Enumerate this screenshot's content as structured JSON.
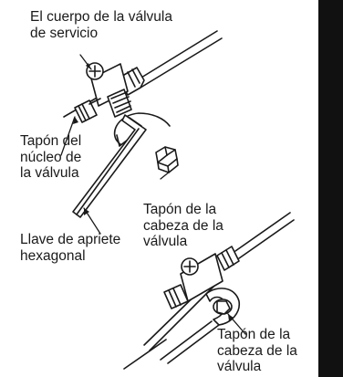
{
  "labels": {
    "service_valve_body": "El cuerpo de la válvula\nde servicio",
    "valve_core_cap": "Tapón del\nnúcleo de\nla válvula",
    "hex_wrench": "Llave de apriete\nhexagonal",
    "valve_head_cap_top": "Tapón de la\ncabeza de la\nválvula",
    "valve_head_cap_bottom": "Tapón de la\ncabeza de la\nválvula"
  },
  "colors": {
    "line": "#1a1a1a",
    "background": "#ffffff",
    "side_bar": "#111111"
  },
  "icons": [
    "service-valve",
    "hex-key",
    "hex-cap",
    "open-end-wrench"
  ]
}
